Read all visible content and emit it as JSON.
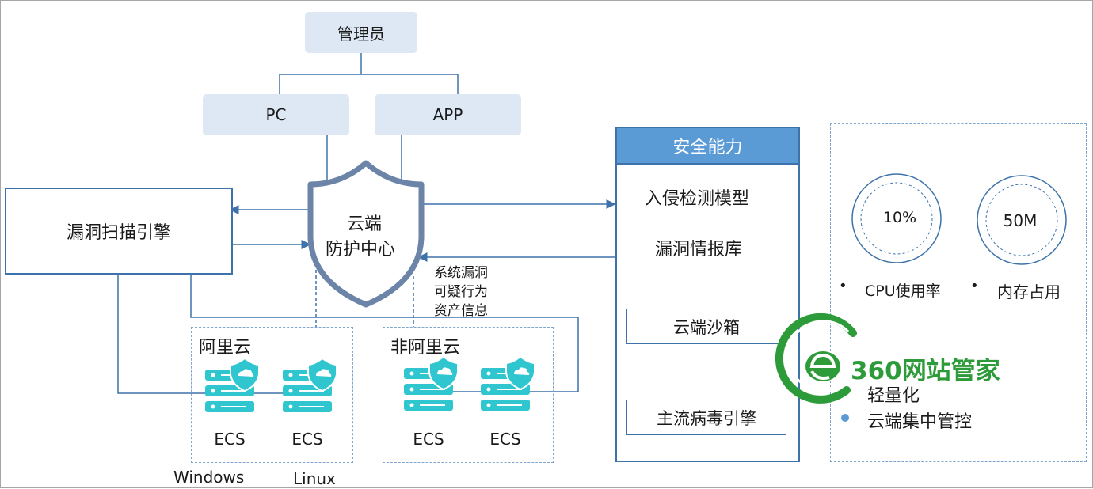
{
  "diagram": {
    "admin": "管理员",
    "clients": [
      "PC",
      "APP"
    ],
    "scanner": "漏洞扫描引擎",
    "center_line1": "云端",
    "center_line2": "防护中心",
    "report_lines": [
      "系统漏洞",
      "可疑行为",
      "资产信息"
    ],
    "security": {
      "title": "安全能力",
      "items": [
        "入侵检测模型",
        "漏洞情报库"
      ],
      "sandbox": "云端沙箱",
      "engine": "主流病毒引擎"
    },
    "aliyun": {
      "title": "阿里云",
      "ecs": [
        "ECS",
        "ECS"
      ],
      "os": [
        "Windows",
        "Linux"
      ]
    },
    "non_aliyun": {
      "title": "非阿里云",
      "ecs": [
        "ECS",
        "ECS"
      ]
    },
    "metrics": [
      {
        "value": "10%",
        "label": "CPU使用率"
      },
      {
        "value": "50M",
        "label": "内存占用"
      }
    ],
    "features": [
      "轻量化",
      "云端集中管控"
    ],
    "watermark": "360网站管家"
  },
  "colors": {
    "line": "#3d72ab",
    "pill": "#dde8f4",
    "header": "#5b9bd5",
    "server": "#2fc6cf",
    "shield": "#6c84a8",
    "watermark_green": "#2e9b3a"
  }
}
